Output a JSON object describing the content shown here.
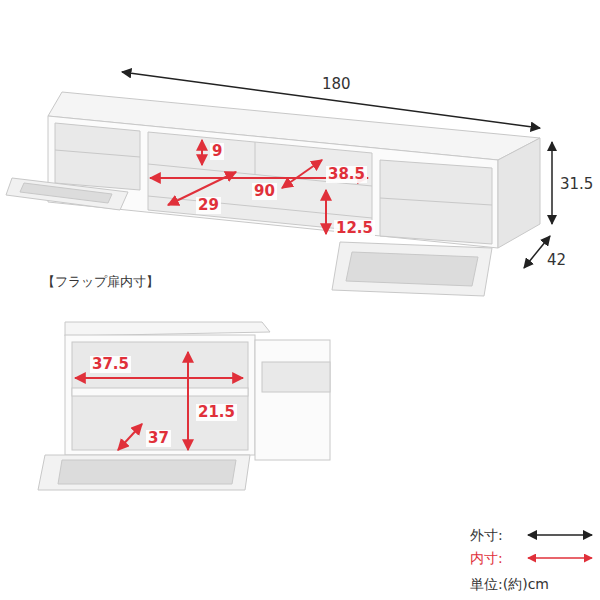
{
  "diagram": {
    "labels": [
      "180",
      "9",
      "90",
      "38.5",
      "29",
      "31.5",
      "12.5",
      "42",
      "【フラップ扉内寸】",
      "37.5",
      "21.5",
      "37",
      "単位:(約)cm"
    ],
    "legend": [
      {
        "text": "外寸:"
      },
      {
        "text": "内寸:"
      }
    ]
  }
}
